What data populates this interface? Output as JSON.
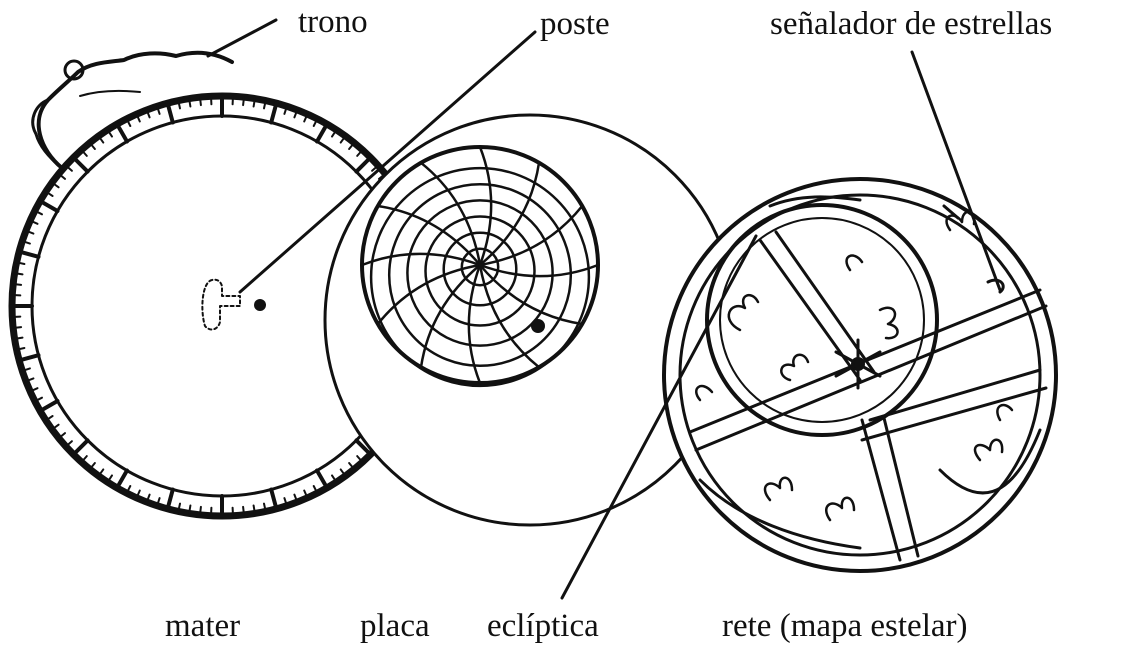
{
  "labels": {
    "trono": "trono",
    "poste": "poste",
    "senalador": "señalador de estrellas",
    "mater": "mater",
    "placa": "placa",
    "ecliptica": "eclíptica",
    "rete": "rete (mapa estelar)"
  },
  "colors": {
    "ink": "#111111",
    "paper": "#ffffff"
  }
}
